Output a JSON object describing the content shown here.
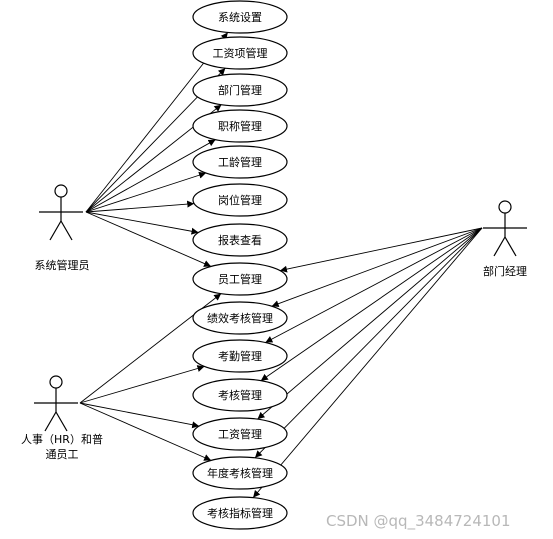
{
  "actors": [
    {
      "id": "admin",
      "label_lines": [
        "系统管理员"
      ]
    },
    {
      "id": "hr",
      "label_lines": [
        "人事（HR）和普",
        "通员工"
      ]
    },
    {
      "id": "manager",
      "label_lines": [
        "部门经理"
      ]
    }
  ],
  "use_cases": [
    {
      "id": "uc1",
      "label": "系统设置"
    },
    {
      "id": "uc2",
      "label": "工资项管理"
    },
    {
      "id": "uc3",
      "label": "部门管理"
    },
    {
      "id": "uc4",
      "label": "职称管理"
    },
    {
      "id": "uc5",
      "label": "工龄管理"
    },
    {
      "id": "uc6",
      "label": "岗位管理"
    },
    {
      "id": "uc7",
      "label": "报表查看"
    },
    {
      "id": "uc8",
      "label": "员工管理"
    },
    {
      "id": "uc9",
      "label": "绩效考核管理"
    },
    {
      "id": "uc10",
      "label": "考勤管理"
    },
    {
      "id": "uc11",
      "label": "考核管理"
    },
    {
      "id": "uc12",
      "label": "工资管理"
    },
    {
      "id": "uc13",
      "label": "年度考核管理"
    },
    {
      "id": "uc14",
      "label": "考核指标管理"
    }
  ],
  "associations": [
    {
      "from": "admin",
      "to": "uc1"
    },
    {
      "from": "admin",
      "to": "uc2"
    },
    {
      "from": "admin",
      "to": "uc3"
    },
    {
      "from": "admin",
      "to": "uc4"
    },
    {
      "from": "admin",
      "to": "uc5"
    },
    {
      "from": "admin",
      "to": "uc6"
    },
    {
      "from": "admin",
      "to": "uc7"
    },
    {
      "from": "admin",
      "to": "uc8"
    },
    {
      "from": "hr",
      "to": "uc8"
    },
    {
      "from": "hr",
      "to": "uc10"
    },
    {
      "from": "hr",
      "to": "uc12"
    },
    {
      "from": "hr",
      "to": "uc13"
    },
    {
      "from": "manager",
      "to": "uc8"
    },
    {
      "from": "manager",
      "to": "uc9"
    },
    {
      "from": "manager",
      "to": "uc10"
    },
    {
      "from": "manager",
      "to": "uc11"
    },
    {
      "from": "manager",
      "to": "uc12"
    },
    {
      "from": "manager",
      "to": "uc13"
    },
    {
      "from": "manager",
      "to": "uc14"
    }
  ],
  "watermark": "CSDN @qq_3484724101"
}
